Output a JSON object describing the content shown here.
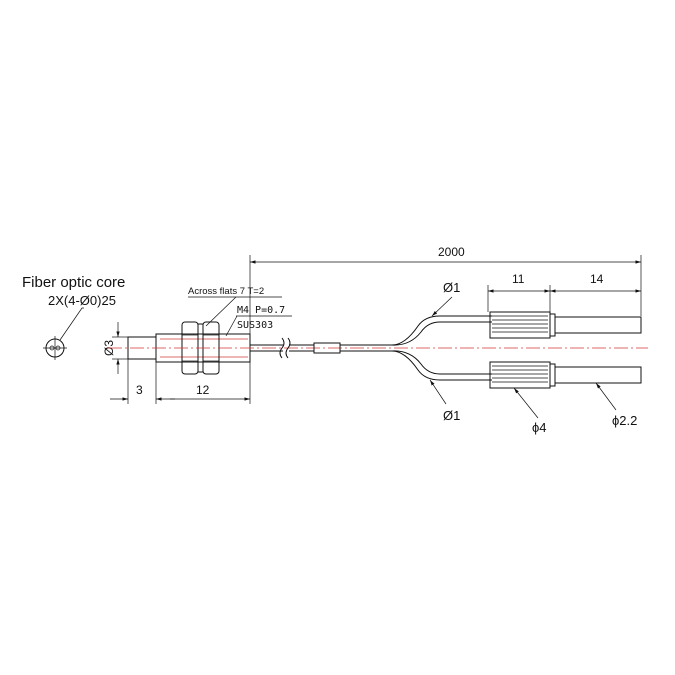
{
  "legend": {
    "title": "Fiber optic core",
    "core_spec": "2X(4-Ø0)25"
  },
  "head": {
    "across_flats": "Across flats 7  T=2",
    "thread": "M4  P=0.7",
    "material": "SUS303",
    "dim_diameter": "Ø3",
    "dim_tip": "3",
    "dim_length": "12"
  },
  "cable": {
    "total_length": "2000",
    "fiber_upper": "Ø1",
    "fiber_lower": "Ø1"
  },
  "connector": {
    "sleeve_length": "11",
    "tip_length": "14",
    "sleeve_diameter": "ϕ4",
    "tip_diameter": "ϕ2.2"
  },
  "colors": {
    "line": "#111111",
    "center_line": "#d23a3a"
  }
}
